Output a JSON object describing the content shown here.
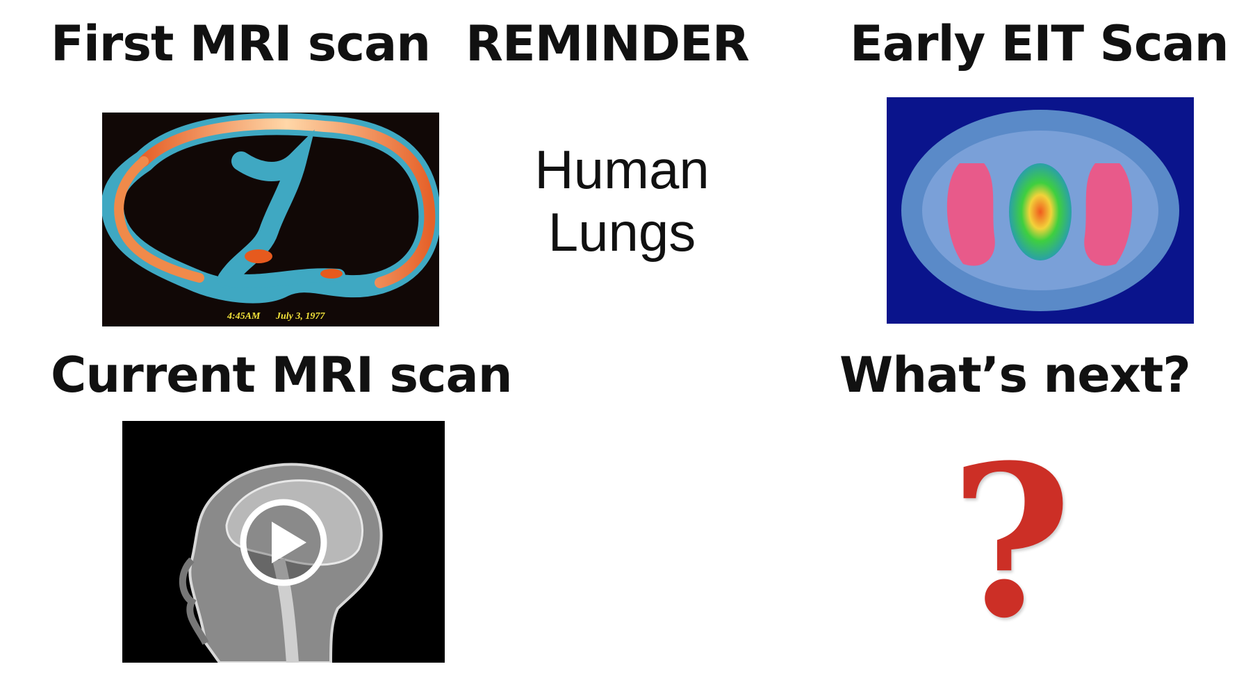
{
  "slide": {
    "headings": {
      "first_mri": "First MRI scan",
      "reminder": "REMINDER",
      "early_eit": "Early EIT Scan",
      "current_mri": "Current MRI scan",
      "whats_next": "What’s next?"
    },
    "reminder_text": {
      "line1": "Human",
      "line2": "Lungs"
    },
    "first_mri_image": {
      "time_label": "4:45AM",
      "date_label": "July 3, 1977"
    },
    "current_mri_video": {
      "icon": "play-icon"
    },
    "question_mark": {
      "glyph": "?",
      "color": "#cc2f26"
    },
    "colors": {
      "text": "#111111",
      "mri_background": "#110806",
      "mri_outline": "#3fa8c2",
      "eit_background": "#0a148c",
      "caption": "#f2e23a"
    }
  }
}
